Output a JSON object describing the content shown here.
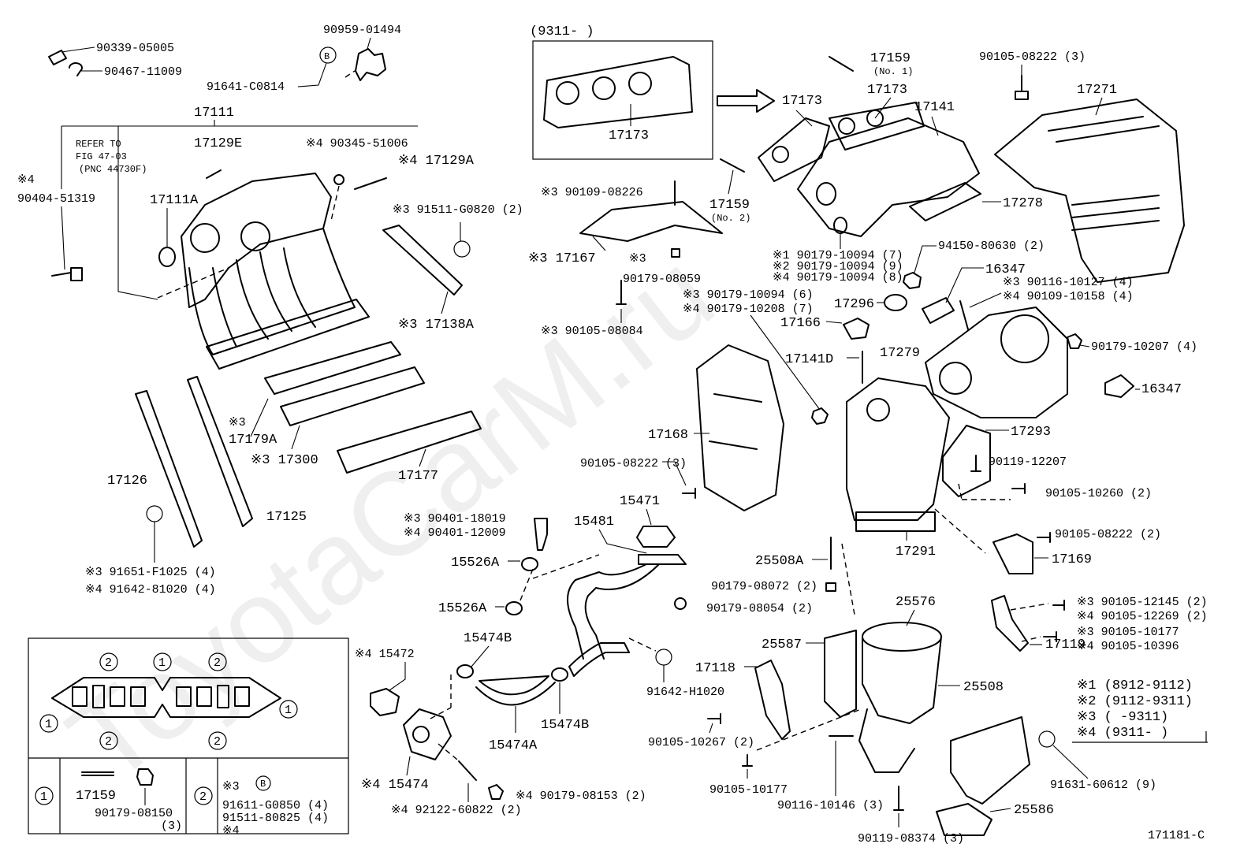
{
  "drawing_id": "171181-C",
  "watermark": "ToyotaCarM.ru",
  "top_left": {
    "p90339": "90339-05005",
    "p90467": "90467-11009",
    "p90959": "90959-01494",
    "p91641": "91641-C0814",
    "b_mark": "B",
    "p17111": "17111",
    "p17129E": "17129E",
    "p90345": "※4 90345-51006",
    "p17129A": "※4 17129A",
    "refer1": "REFER TO",
    "refer2": "FIG 47-03",
    "refer3": "(PNC 44730F)",
    "p90404_mark": "※4",
    "p90404": "90404-51319",
    "p17111A": "17111A",
    "p91511": "※3 91511-G0820 (2)",
    "p17138A": "※3 17138A",
    "p17179A_mark": "※3",
    "p17179A": "17179A",
    "p17300": "※3 17300",
    "p17177": "17177",
    "p17126": "17126",
    "p17125": "17125",
    "p91651": "※3 91651-F1025 (4)",
    "p91642": "※4 91642-81020 (4)"
  },
  "gasket_box": {
    "title": "(9311-      )",
    "p17173": "17173"
  },
  "center": {
    "p90109_08226": "※3 90109-08226",
    "p17167": "※3 17167",
    "p90179_08059_mark": "※3",
    "p90179_08059": "90179-08059",
    "p90105_08084": "※3 90105-08084",
    "p17159_no1": "17159",
    "no1": "(No. 1)",
    "p17173a": "17173",
    "p17173b": "17173",
    "p17141": "17141",
    "p17159_no2": "17159",
    "no2": "(No. 2)",
    "p17278": "17278",
    "p90179_10094_7": "※1 90179-10094 (7)",
    "p90179_10094_9": "※2 90179-10094 (9)",
    "p90179_10094_8": "※4 90179-10094 (8)",
    "p90179_10094_6": "※3 90179-10094 (6)",
    "p90179_10208": "※4 90179-10208 (7)",
    "p94150": "94150-80630 (2)",
    "p16347a": "16347",
    "p90116_10127": "※3 90116-10127 (4)",
    "p90109_10158": "※4 90109-10158 (4)",
    "p17296": "17296",
    "p17166": "17166",
    "p17141D": "17141D",
    "p17279": "17279",
    "p90179_10207": "90179-10207 (4)",
    "p16347b": "16347",
    "p17168": "17168",
    "p17293": "17293",
    "p90119_12207": "90119-12207",
    "p90105_08222_3b": "90105-08222 (3)",
    "p90105_10260": "90105-10260 (2)",
    "p15471": "15471",
    "p15481": "15481",
    "p90401_18019": "※3 90401-18019",
    "p90401_12009": "※4 90401-12009",
    "p15526A_1": "15526A",
    "p15526A_2": "15526A",
    "p17291": "17291",
    "p90105_08222_2": "90105-08222 (2)",
    "p25508A": "25508A",
    "p17169": "17169",
    "p90179_08072": "90179-08072 (2)",
    "p90179_08054": "90179-08054 (2)"
  },
  "top_right": {
    "p90105_08222_3": "90105-08222 (3)",
    "p17271": "17271"
  },
  "lower": {
    "p15472": "※4 15472",
    "p15474B_1": "15474B",
    "p15474B_2": "15474B",
    "p91642_H1020": "91642-H1020",
    "p15474A": "15474A",
    "p15474": "※4 15474",
    "p92122": "※4  92122-60822 (2)",
    "p90179_08153": "※4  90179-08153 (2)",
    "p25576": "25576",
    "p25587": "25587",
    "p17118": "17118",
    "p25508": "25508",
    "p90105_10267": "90105-10267 (2)",
    "p90105_10177b": "90105-10177",
    "p90116_10146": "90116-10146 (3)",
    "p90119_08374": "90119-08374 (3)",
    "p25586": "25586",
    "p90105_12145": "※3 90105-12145 (2)",
    "p90105_12269": "※4 90105-12269 (2)",
    "p90105_10177": "※3 90105-10177",
    "p90105_10396": "※4 90105-10396",
    "p17119": "17119",
    "p91631": "91631-60612 (9)"
  },
  "legend": [
    "※1 (8912-9112)",
    "※2 (9112-9311)",
    "※3 (     -9311)",
    "※4 (9311-      )"
  ],
  "inset": {
    "c1": "1",
    "c2": "2",
    "p17159": "17159",
    "p90179_08150": "90179-08150",
    "p90179_08150_qty": "(3)",
    "mark3": "※3",
    "p91611": "91611-G0850 (4)",
    "p91511_80825": "91511-80825 (4)",
    "mark4": "※4"
  }
}
